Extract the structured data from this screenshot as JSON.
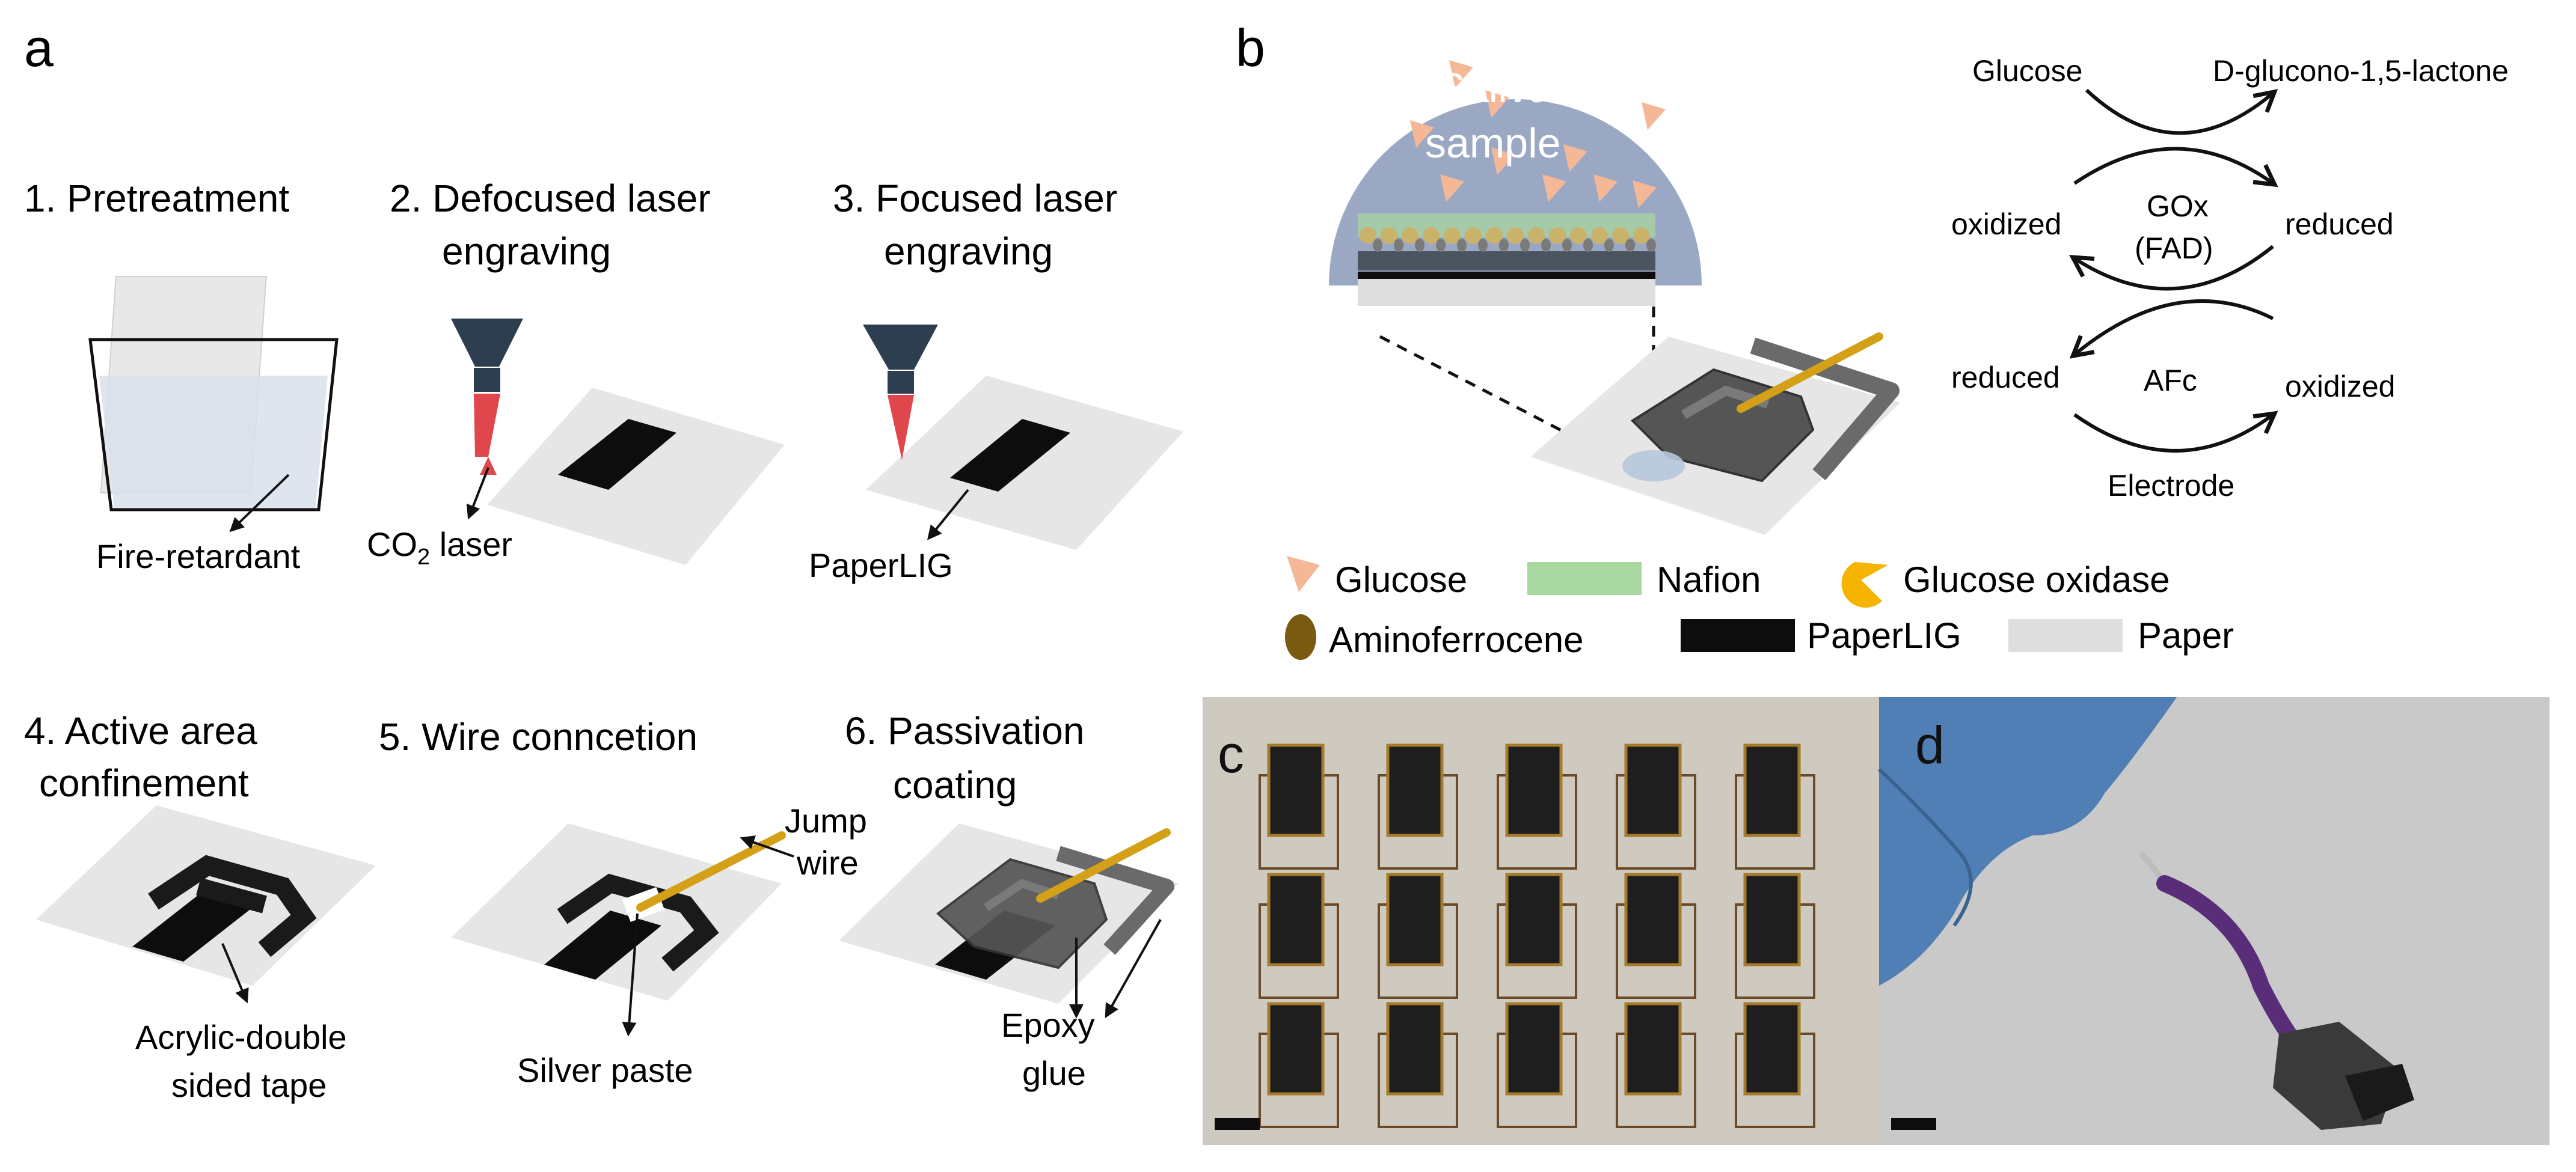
{
  "panels": {
    "a": "a",
    "b": "b",
    "c": "c",
    "d": "d"
  },
  "steps": {
    "s1_title": "1. Pretreatment",
    "s1_label": "Fire-retardant",
    "s2_title_l1": "2. Defocused laser",
    "s2_title_l2": "engraving",
    "s2_label_main": "CO",
    "s2_label_sub": "2",
    "s2_label_rest": " laser",
    "s3_title_l1": "3. Focused laser",
    "s3_title_l2": "engraving",
    "s3_label": "PaperLIG",
    "s4_title_l1": "4. Active area",
    "s4_title_l2": "confinement",
    "s4_label_l1": "Acrylic-double",
    "s4_label_l2": "sided tape",
    "s5_title": "5. Wire conncetion",
    "s5_label_jump_l1": "Jump",
    "s5_label_jump_l2": "wire",
    "s5_label_silver": "Silver paste",
    "s6_title_l1": "6. Passivation",
    "s6_title_l2": "coating",
    "s6_label_l1": "Epoxy",
    "s6_label_l2": "glue"
  },
  "panel_b": {
    "saliva_l1": "Saliva",
    "saliva_l2": "sample",
    "reaction": {
      "glucose": "Glucose",
      "lactone": "D-glucono-1,5-lactone",
      "oxidized_top": "oxidized",
      "gox_l1": "GOx",
      "gox_l2": "(FAD)",
      "reduced_top": "reduced",
      "reduced_bottom": "reduced",
      "afc": "AFc",
      "oxidized_bottom": "oxidized",
      "electrode": "Electrode"
    },
    "legend": {
      "glucose": "Glucose",
      "nafion": "Nafion",
      "gox": "Glucose oxidase",
      "aminoferrocene": "Aminoferrocene",
      "paperlig": "PaperLIG",
      "paper": "Paper"
    }
  },
  "colors": {
    "laser_red": "#e0474c",
    "nozzle": "#2c3e50",
    "lig_black": "#0d0d0d",
    "paper_grey": "#dedede",
    "wire_gold": "#d4a017",
    "nafion_green": "#a8d8a0",
    "glucose_peach": "#f4b896",
    "gox_yellow": "#f4b400",
    "aminoferrocene_brown": "#7a5a10",
    "saliva_blue": "#9aa8c4",
    "photo_c_bg": "#cfcac0",
    "photo_d_bg": "#c9c9c9",
    "glove_blue": "#4f7fb4",
    "wire_purple": "#5a2d78"
  }
}
